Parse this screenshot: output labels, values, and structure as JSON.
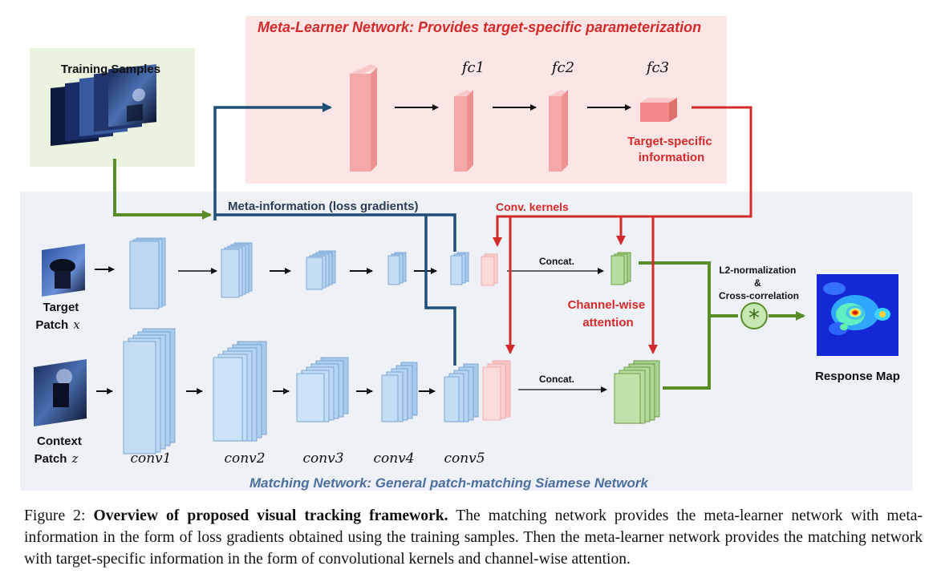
{
  "meta_learner": {
    "title": "Meta-Learner Network: Provides target-specific parameterization",
    "fc_labels": [
      "fc1",
      "fc2",
      "fc3"
    ],
    "target_info": "Target-specific\ninformation"
  },
  "training_samples_label": "Training Samples",
  "meta_information_label": "Meta-information (loss gradients)",
  "conv_kernels_label": "Conv. kernels",
  "channel_attention_label": "Channel-wise\nattention",
  "concat_label": "Concat.",
  "target_patch": {
    "line1": "Target",
    "line2": "Patch",
    "symbol": "x"
  },
  "context_patch": {
    "line1": "Context",
    "line2": "Patch",
    "symbol": "z"
  },
  "conv_labels": [
    "conv1",
    "conv2",
    "conv3",
    "conv4",
    "conv5"
  ],
  "l2_label": "L2-normalization\n&\nCross-correlation",
  "conv_symbol": "*",
  "response_map_label": "Response Map",
  "matching_title": "Matching Network: General patch-matching Siamese Network",
  "caption": {
    "figure_label": "Figure 2:",
    "bold_text": "Overview of proposed visual tracking framework.",
    "body_text": "The matching network provides the meta-learner network with meta-information in the form of loss gradients obtained using the training samples. Then the meta-learner network provides the matching network with target-specific information in the form of convolutional kernels and channel-wise attention."
  },
  "colors": {
    "meta_bg": "#fce5e5",
    "matching_bg": "#eef1f6",
    "training_bg": "#e9f3df",
    "blue_arrow": "#1f4e79",
    "red_arrow": "#d32b2b",
    "green_arrow": "#5b8c2a",
    "layer_blue": "#bcd7f2",
    "layer_pink": "#f7b8b8",
    "layer_green": "#b7dca0"
  }
}
